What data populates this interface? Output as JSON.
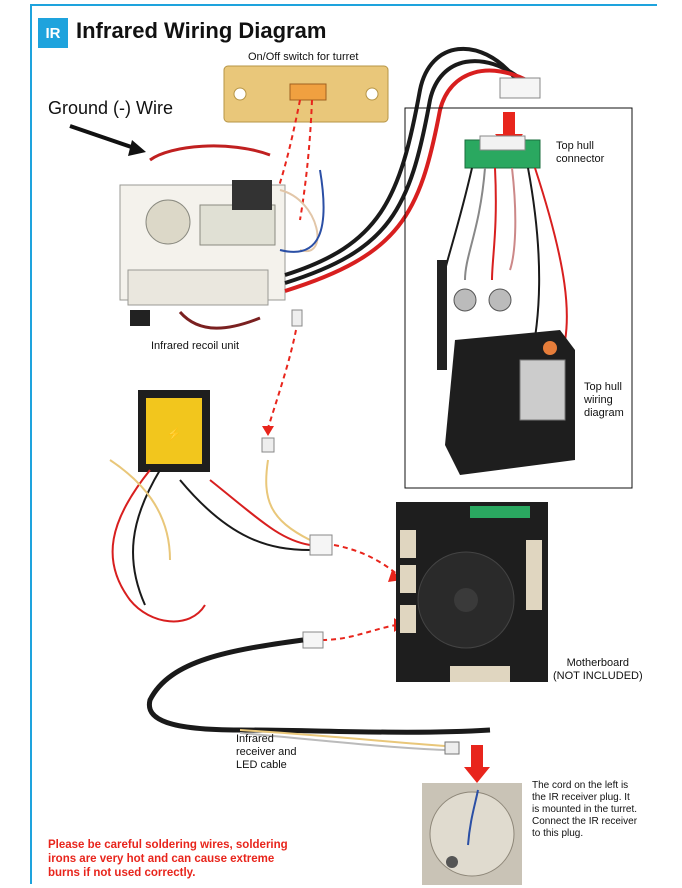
{
  "header": {
    "badge": "IR",
    "title": "Infrared Wiring Diagram"
  },
  "labels": {
    "turret_switch": "On/Off switch for turret",
    "ground_wire": "Ground (-) Wire",
    "top_hull_connector": [
      "Top hull",
      "connector"
    ],
    "recoil_unit": "Infrared recoil unit",
    "top_hull_wiring": [
      "Top hull",
      "wiring",
      "diagram"
    ],
    "motherboard": [
      "Motherboard",
      "(NOT INCLUDED)"
    ],
    "ir_cable": [
      "Infrared",
      "receiver and",
      "LED cable"
    ],
    "receiver_plug_note": [
      "The cord on the left is",
      "the IR receiver plug. It",
      "is mounted in the turret.",
      "Connect the IR receiver",
      "to this plug."
    ],
    "warning": [
      "Please be careful soldering wires, soldering",
      "irons are very hot and can cause extreme",
      "burns if not used correctly."
    ]
  },
  "colors": {
    "accent": "#1ea3dd",
    "arrow_red": "#e8251c",
    "wire_red": "#d81f1f",
    "wire_black": "#1a1a1a",
    "pcb_tan": "#e9c77a",
    "device_black": "#1e1e1e"
  },
  "warning_label": "⚡"
}
